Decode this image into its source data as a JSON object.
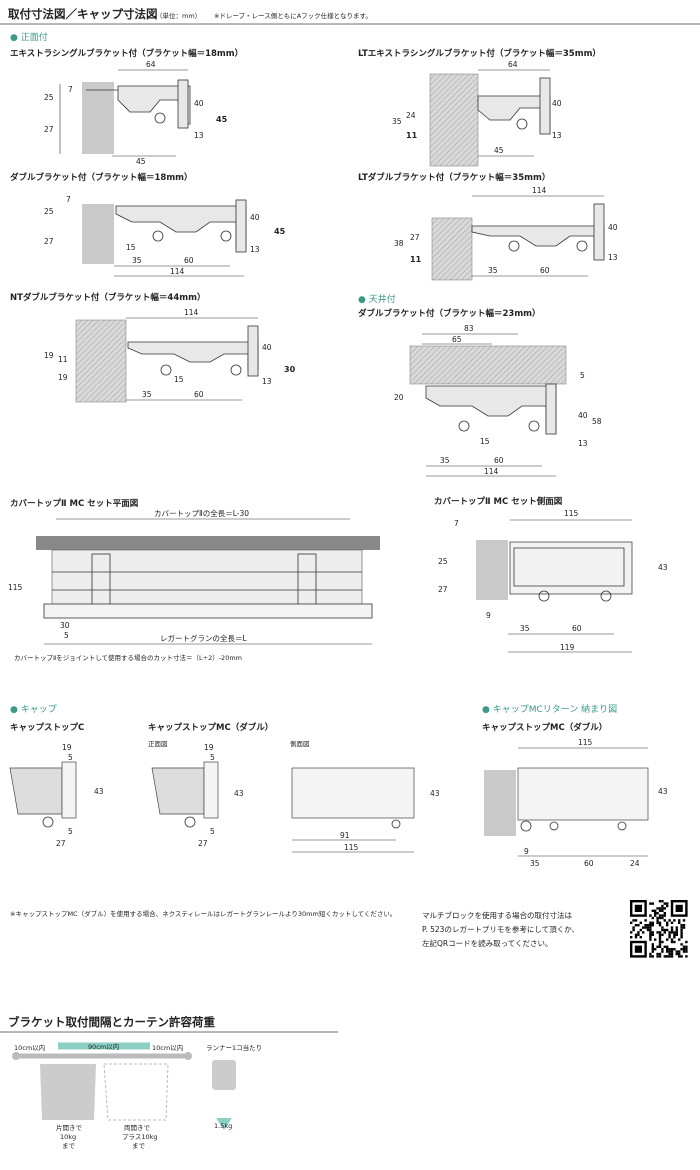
{
  "header": {
    "title": "取付寸法図／キャップ寸法図",
    "unit": "（単位：mm）",
    "note": "※ドレープ・レース側ともにAフック仕様となります。"
  },
  "sections": {
    "wall": "正面付",
    "ceiling": "天井付",
    "cap": "キャップ",
    "cap_mc_return": "キャップMCリターン 納まり図"
  },
  "diagrams": {
    "extra_single": {
      "title": "エキストラシングルブラケット付（ブラケット幅＝18mm）",
      "dims": [
        "64",
        "7",
        "25",
        "40",
        "45",
        "27",
        "13",
        "45"
      ]
    },
    "lt_extra_single": {
      "title": "LTエキストラシングルブラケット付（ブラケット幅＝35mm）",
      "dims": [
        "64",
        "35",
        "24",
        "40",
        "11",
        "13",
        "45"
      ]
    },
    "double": {
      "title": "ダブルブラケット付（ブラケット幅＝18mm）",
      "dims": [
        "7",
        "25",
        "40",
        "45",
        "27",
        "15",
        "13",
        "35",
        "60",
        "114"
      ]
    },
    "lt_double": {
      "title": "LTダブルブラケット付（ブラケット幅＝35mm）",
      "dims": [
        "114",
        "40",
        "27",
        "38",
        "11",
        "13",
        "35",
        "60"
      ]
    },
    "nt_double": {
      "title": "NTダブルブラケット付（ブラケット幅＝44mm）",
      "dims": [
        "114",
        "40",
        "19",
        "11",
        "30",
        "19",
        "15",
        "13",
        "35",
        "60"
      ]
    },
    "ceil_double": {
      "title": "ダブルブラケット付（ブラケット幅＝23mm）",
      "dims": [
        "83",
        "65",
        "5",
        "20",
        "40",
        "58",
        "15",
        "13",
        "35",
        "60",
        "114"
      ]
    },
    "cover_plan": {
      "title": "カバートップⅡ MC セット平面図",
      "top_label": "カバートップⅡの全長＝L-30",
      "bottom_label": "レガートグランの全長＝L",
      "dims": [
        "115",
        "30",
        "5"
      ],
      "note": "カバートップⅡをジョイントして使用する場合のカット寸法＝（L÷2）-20mm"
    },
    "cover_side": {
      "title": "カバートップⅡ MC セット側面図",
      "dims": [
        "115",
        "7",
        "25",
        "43",
        "27",
        "9",
        "35",
        "60",
        "119"
      ]
    }
  },
  "caps": {
    "cap_c": {
      "title": "キャップストップC",
      "dims": [
        "19",
        "5",
        "43",
        "5",
        "27"
      ]
    },
    "cap_mc": {
      "title": "キャップストップMC（ダブル）",
      "front": "正面図",
      "side": "側面図",
      "dims": [
        "19",
        "5",
        "43",
        "5",
        "27",
        "43",
        "91",
        "115"
      ]
    },
    "cap_mc_return": {
      "title": "キャップストップMC（ダブル）",
      "dims": [
        "115",
        "43",
        "9",
        "35",
        "60",
        "24"
      ]
    }
  },
  "notes": {
    "cap_note": "※キャップストップMC（ダブル）を使用する場合、ネクスティレールはレガートグランレールより30mm短くカットしてください。",
    "multi_block": [
      "マルチブロックを使用する場合の取付寸法は",
      "P. 523のレガートプリモを参考にして頂くか、",
      "左記QRコードを読み取ってください。"
    ]
  },
  "load": {
    "title": "ブラケット取付間隔とカーテン許容荷重",
    "left_span": "10cm以内",
    "mid_span": "90cm以内",
    "right_span": "10cm以内",
    "runner_label": "ランナー1コ当たり",
    "left_weight": [
      "片開きで",
      "10kg",
      "まで"
    ],
    "mid_weight": [
      "両開きで",
      "プラス10kg",
      "まで"
    ],
    "runner_weight": "1.5kg"
  }
}
